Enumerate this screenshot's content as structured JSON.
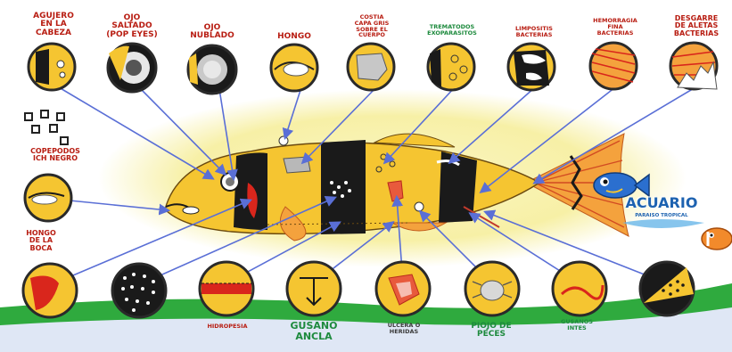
{
  "labels_top": [
    "AGUJERO\nEN LA\nCABEZA",
    "OJO\nSALTADO\n(POP EYES)",
    "OJO\nNUBLADO",
    "HONGO",
    "COSTIA\nCAPA GRIS\nSOBRE EL\nCUERPO",
    "TREMATODOS\nEXOPARASITOS",
    "LIMPOSITIS\nBACTERIAS",
    "HEMORRAGIA\nFINA\nBACTERIAS",
    "DESGARRE\nDE ALETAS\nBACTERIAS"
  ],
  "labels_left": [
    "COPEPODOS\nICH NEGRO",
    "HONGO\nDE LA\nBOCA"
  ],
  "labels_bottom": [
    "HIDROPESIA",
    "GUSANO\nANCLA",
    "ULCERA O\nHERIDAS",
    "PIOJO DE\nPECES",
    "GUSANOS\nINTES"
  ],
  "logo": {
    "text": "ACUARIO",
    "subtext": "PARAISO TROPICAL"
  },
  "colors": {
    "label_red": "#b81d12",
    "label_green": "#1d8a3d",
    "label_blue": "#1d62b0",
    "arrow": "#5a6fd6",
    "fish_body": "#f5c531",
    "fish_band": "#1a1a1a",
    "halo": "#f7f0a6",
    "green_band": "#2faa3e"
  }
}
